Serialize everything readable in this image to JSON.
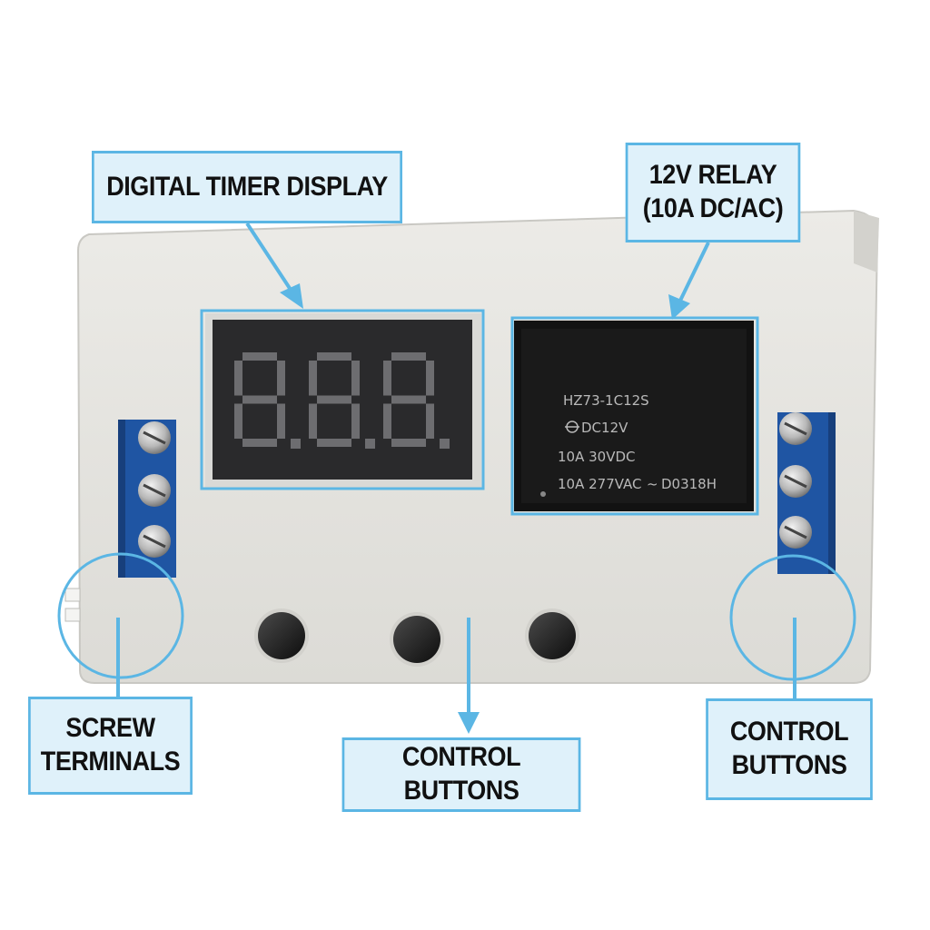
{
  "labels": {
    "display": "DIGITAL TIMER DISPLAY",
    "relay_line1": "12V RELAY",
    "relay_line2": "(10A DC/AC)",
    "screw_line1": "SCREW",
    "screw_line2": "TERMINALS",
    "buttons": "CONTROL BUTTONS",
    "buttons_right_line1": "CONTROL",
    "buttons_right_line2": "BUTTONS"
  },
  "relay_markings": {
    "model": "HZ73-1C12S",
    "coil": "DC12V",
    "rating_dc": "10A  30VDC",
    "rating_ac": "10A  277VAC",
    "date_code": "D0318H"
  },
  "colors": {
    "callout_border": "#5bb6e4",
    "callout_fill": "#dff1fa",
    "housing": "#e6e5e1",
    "terminal_block": "#1f55a3",
    "display_face": "#2a2a2c",
    "segment": "#6d6d70"
  }
}
